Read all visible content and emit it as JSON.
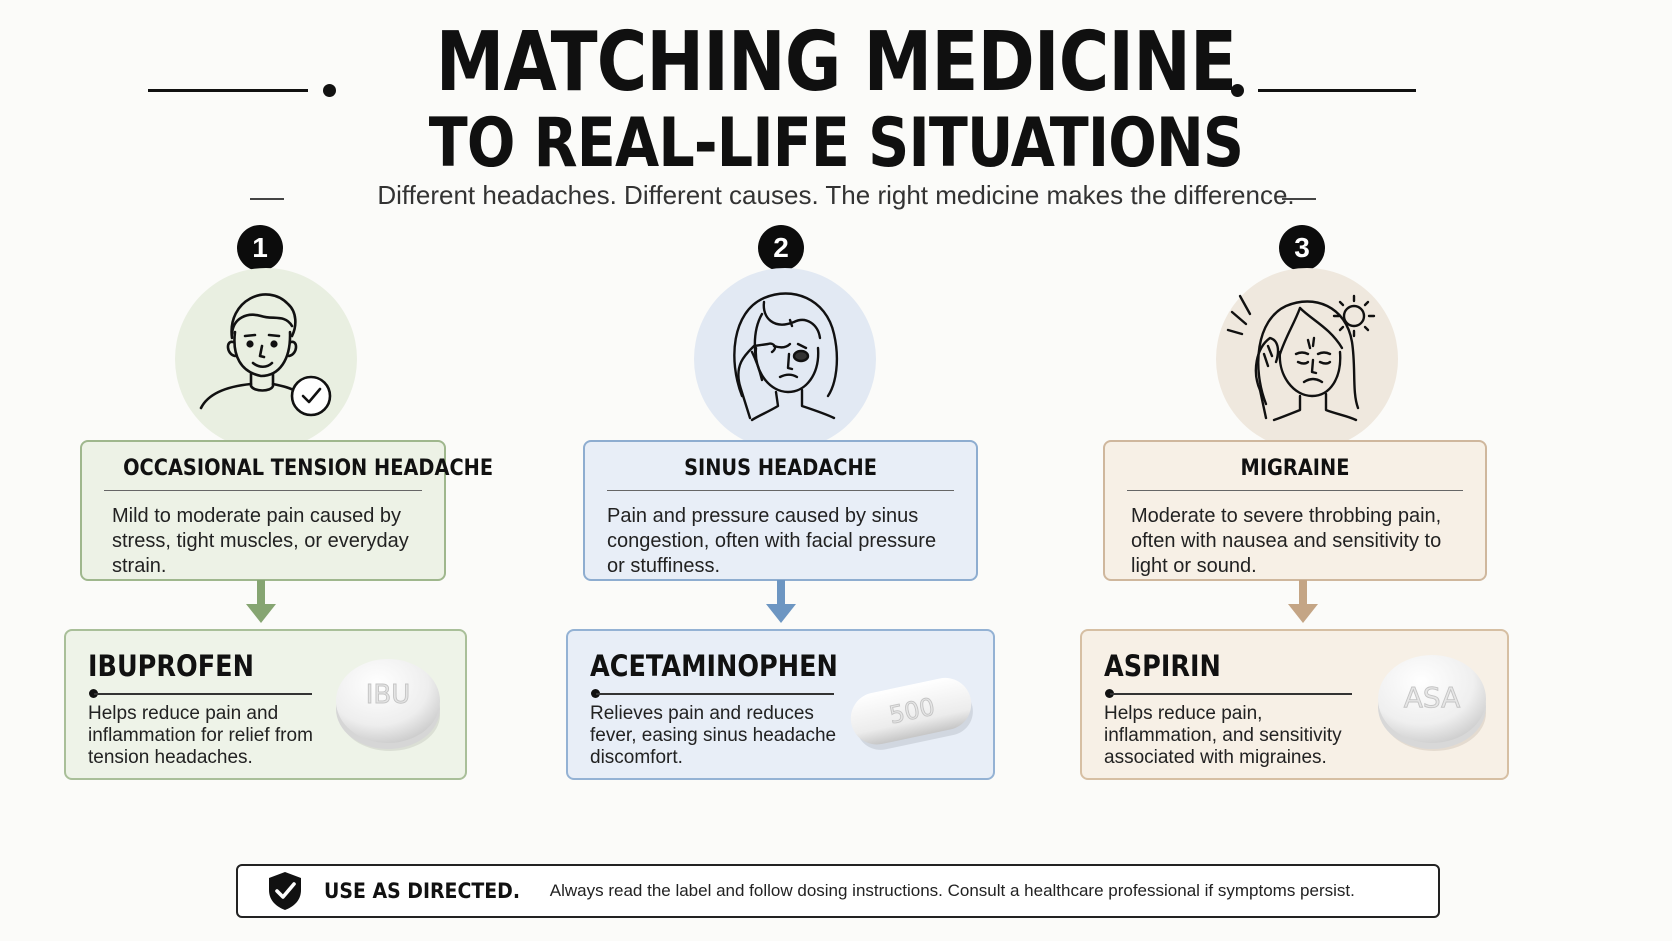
{
  "title": {
    "line1": "MATCHING MEDICINE",
    "line2": "TO REAL-LIFE SITUATIONS"
  },
  "subtitle": "Different headaches. Different causes. The right medicine makes the difference.",
  "colors": {
    "green": "#8aa877",
    "green_bg": "#edf2e6",
    "blue": "#6f98c4",
    "blue_bg": "#e6edf6",
    "tan": "#c7a888",
    "tan_bg": "#f6efe5"
  },
  "columns": [
    {
      "number": "1",
      "icon": "man-check-icon",
      "situation_title": "OCCASIONAL TENSION HEADACHE",
      "situation_text": "Mild to moderate pain caused by stress, tight muscles, or everyday strain.",
      "medicine_name": "IBUPROFEN",
      "medicine_text": "Helps reduce pain and inflammation for relief from tension headaches.",
      "pill_imprint": "IBU"
    },
    {
      "number": "2",
      "icon": "woman-sinus-pain-icon",
      "situation_title": "SINUS HEADACHE",
      "situation_text": "Pain and pressure caused by sinus congestion, often with facial pressure or stuffiness.",
      "medicine_name": "ACETAMINOPHEN",
      "medicine_text": "Relieves pain and reduces fever, easing sinus headache discomfort.",
      "pill_imprint": "500"
    },
    {
      "number": "3",
      "icon": "woman-migraine-icon",
      "situation_title": "MIGRAINE",
      "situation_text": "Moderate to severe throbbing pain, often with nausea and sensitivity to light or sound.",
      "medicine_name": "ASPIRIN",
      "medicine_text": "Helps reduce pain, inflammation, and sensitivity associated with migraines.",
      "pill_imprint": "ASA"
    }
  ],
  "footer": {
    "icon": "shield-check-icon",
    "strong": "USE AS DIRECTED.",
    "text": "Always read the label and follow dosing instructions. Consult a healthcare professional if symptoms persist."
  }
}
